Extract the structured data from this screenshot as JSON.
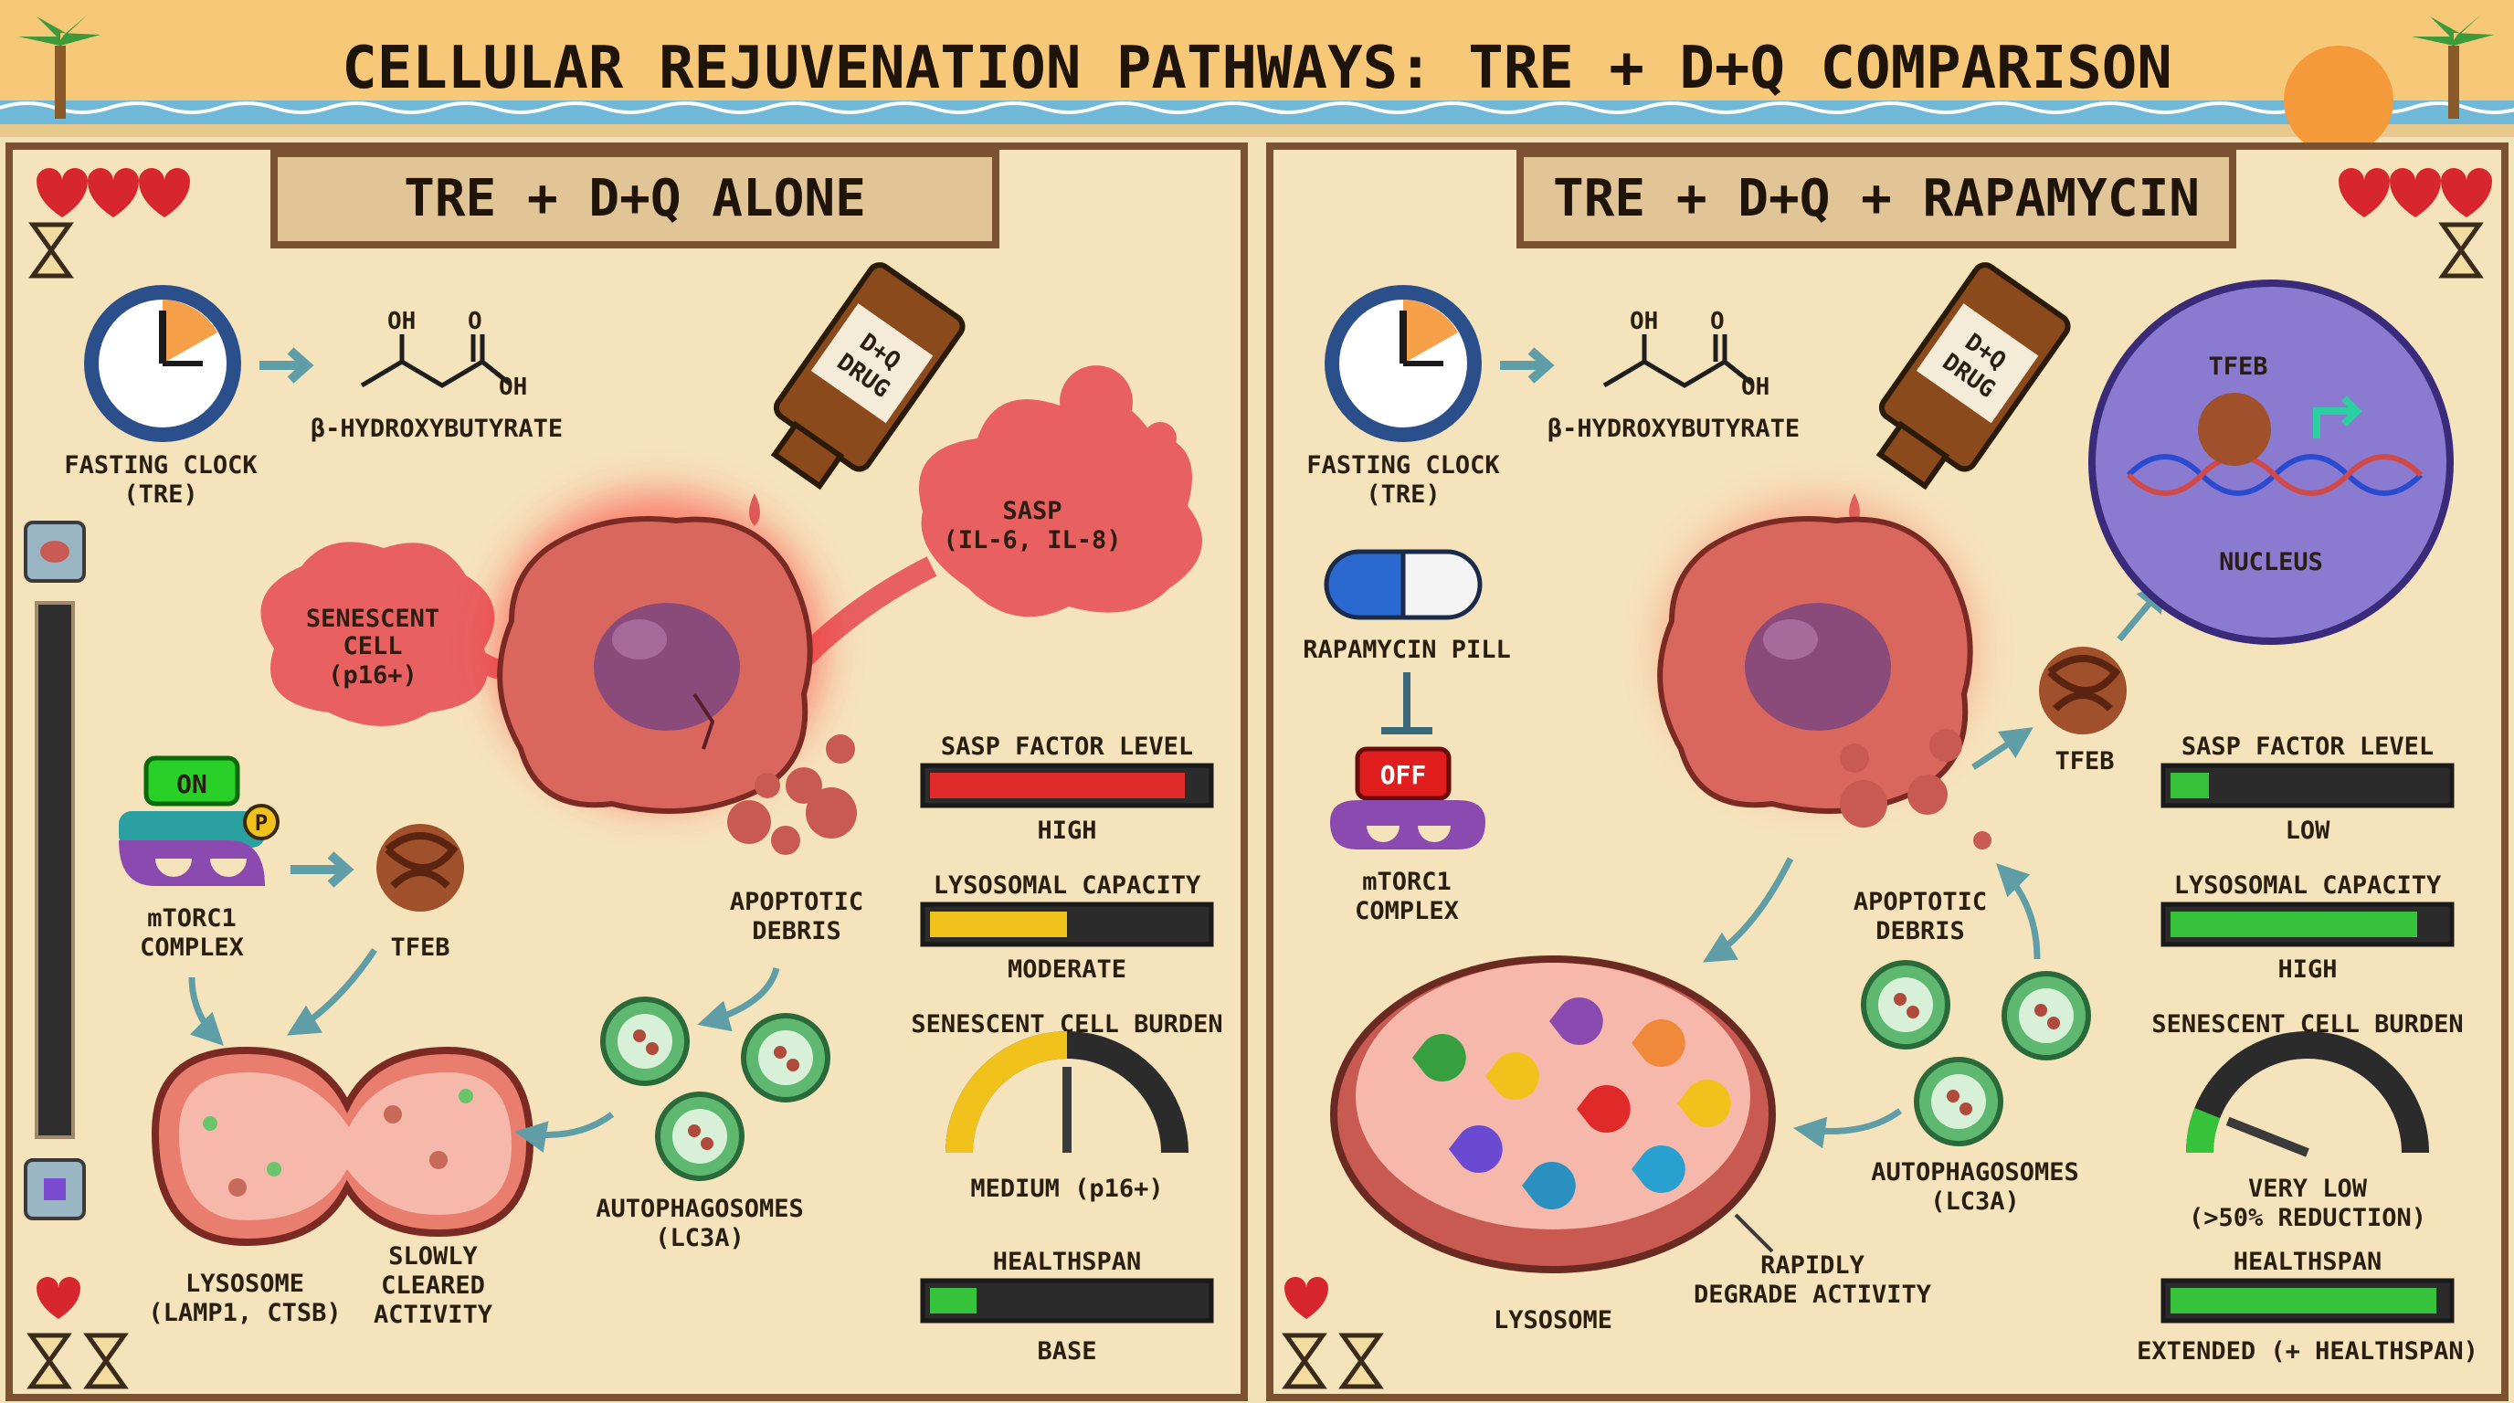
{
  "title": "CELLULAR REJUVENATION PATHWAYS: TRE + D+Q COMPARISON",
  "colors": {
    "panel_bg": "#f5e3bc",
    "frame": "#7a5232",
    "cell": "#d9675e",
    "sasp": "#e86060",
    "bar_red": "#e02a2a",
    "bar_yellow": "#f2c21c",
    "bar_green": "#36c23a",
    "nucleus": "#8a7bd0"
  },
  "left": {
    "header": "TRE + D+Q ALONE",
    "fasting_clock": "FASTING CLOCK",
    "fasting_clock_sub": "(TRE)",
    "bhb": "β-HYDROXYBUTYRATE",
    "chem_oh1": "OH",
    "chem_o": "O",
    "chem_oh2": "OH",
    "drug_line1": "D+Q",
    "drug_line2": "DRUG",
    "sasp_line1": "SASP",
    "sasp_line2": "(IL-6, IL-8)",
    "senescent_line1": "SENESCENT",
    "senescent_line2": "CELL",
    "senescent_line3": "(p16+)",
    "mtorc1_status": "ON",
    "phospho": "P",
    "mtorc1_line1": "mTORC1",
    "mtorc1_line2": "COMPLEX",
    "tfeb": "TFEB",
    "apoptotic_line1": "APOPTOTIC",
    "apoptotic_line2": "DEBRIS",
    "autophagosomes_line1": "AUTOPHAGOSOMES",
    "autophagosomes_line2": "(LC3A)",
    "lysosome_line1": "LYSOSOME",
    "lysosome_line2": "(LAMP1, CTSB)",
    "slow_line1": "SLOWLY",
    "slow_line2": "CLEARED",
    "slow_line3": "ACTIVITY",
    "metrics": {
      "sasp_title": "SASP FACTOR LEVEL",
      "sasp_value": "HIGH",
      "sasp_level": 0.93,
      "lyso_title": "LYSOSOMAL CAPACITY",
      "lyso_value": "MODERATE",
      "lyso_level": 0.5,
      "burden_title": "SENESCENT CELL BURDEN",
      "burden_value": "MEDIUM (p16+)",
      "burden_level": 0.5,
      "health_title": "HEALTHSPAN",
      "health_value": "BASE",
      "health_level": 0.17
    }
  },
  "right": {
    "header": "TRE + D+Q + RAPAMYCIN",
    "fasting_clock": "FASTING CLOCK",
    "fasting_clock_sub": "(TRE)",
    "bhb": "β-HYDROXYBUTYRATE",
    "chem_oh1": "OH",
    "chem_o": "O",
    "chem_oh2": "OH",
    "drug_line1": "D+Q",
    "drug_line2": "DRUG",
    "rapamycin": "RAPAMYCIN PILL",
    "mtorc1_status": "OFF",
    "mtorc1_line1": "mTORC1",
    "mtorc1_line2": "COMPLEX",
    "tfeb": "TFEB",
    "nucleus_tfeb": "TFEB",
    "nucleus": "NUCLEUS",
    "apoptotic_line1": "APOPTOTIC",
    "apoptotic_line2": "DEBRIS",
    "autophagosomes_line1": "AUTOPHAGOSOMES",
    "autophagosomes_line2": "(LC3A)",
    "lysosome": "LYSOSOME",
    "rapid_line1": "RAPIDLY",
    "rapid_line2": "DEGRADE ACTIVITY",
    "metrics": {
      "sasp_title": "SASP FACTOR LEVEL",
      "sasp_value": "LOW",
      "sasp_level": 0.14,
      "lyso_title": "LYSOSOMAL CAPACITY",
      "lyso_value": "HIGH",
      "lyso_level": 0.9,
      "burden_title": "SENESCENT CELL BURDEN",
      "burden_value_line1": "VERY LOW",
      "burden_value_line2": "(>50% REDUCTION)",
      "burden_level": 0.12,
      "health_title": "HEALTHSPAN",
      "health_value": "EXTENDED (+ HEALTHSPAN)",
      "health_level": 0.97
    }
  }
}
